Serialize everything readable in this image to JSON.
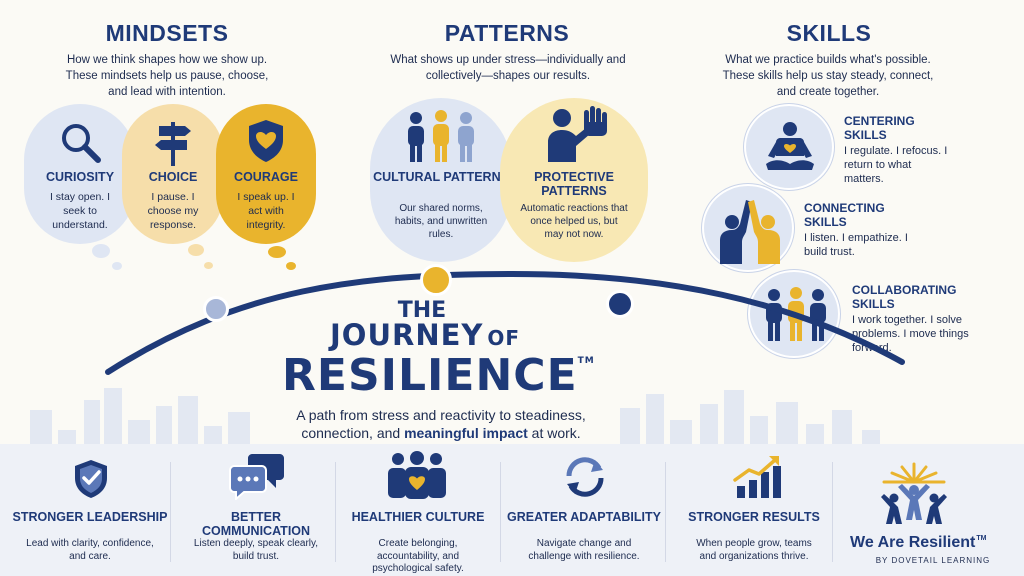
{
  "mindsets": {
    "title": "MINDSETS",
    "description": "How we think shapes how we show up. These mindsets help us pause, choose, and lead with intention.",
    "items": [
      {
        "title": "CURIOSITY",
        "text": "I stay open. I seek to understand.",
        "icon": "magnifier-icon"
      },
      {
        "title": "CHOICE",
        "text": "I pause. I choose my response.",
        "icon": "signpost-icon"
      },
      {
        "title": "COURAGE",
        "text": "I speak up. I act with integrity.",
        "icon": "shield-heart-icon"
      }
    ]
  },
  "patterns": {
    "title": "PATTERNS",
    "description": "What shows up under stress—individually and collectively—shapes our results.",
    "items": [
      {
        "title": "CULTURAL PATTERNS",
        "text": "Our shared norms, habits, and unwritten rules.",
        "icon": "group-icon"
      },
      {
        "title": "PROTECTIVE PATTERNS",
        "text": "Automatic reactions that once helped us, but may not now.",
        "icon": "stop-hand-icon"
      }
    ]
  },
  "skills": {
    "title": "SKILLS",
    "description": "What we practice builds what's possible. These skills help us stay steady, connect, and create together.",
    "items": [
      {
        "title": "CENTERING SKILLS",
        "text": "I regulate. I refocus. I return to what matters.",
        "icon": "meditation-icon"
      },
      {
        "title": "CONNECTING SKILLS",
        "text": "I listen. I empathize. I build trust.",
        "icon": "high-five-icon"
      },
      {
        "title": "COLLABORATING SKILLS",
        "text": "I work together. I solve problems. I move things forward.",
        "icon": "team-icon"
      }
    ]
  },
  "center": {
    "the": "THE",
    "journey": "JOURNEY",
    "of": "OF",
    "resilience": "RESILIENCE",
    "tm": "TM",
    "tagline_start": "A path from stress and reactivity to steadiness, connection, and",
    "tagline_bold": "meaningful impact",
    "tagline_end": "at work."
  },
  "outcomes": [
    {
      "title": "STRONGER LEADERSHIP",
      "text": "Lead with clarity, confidence, and care.",
      "icon": "shield-check-icon"
    },
    {
      "title": "BETTER COMMUNICATION",
      "text": "Listen deeply, speak clearly, build trust.",
      "icon": "chat-bubbles-icon"
    },
    {
      "title": "HEALTHIER CULTURE",
      "text": "Create belonging, accountability, and psychological safety.",
      "icon": "people-heart-icon"
    },
    {
      "title": "GREATER ADAPTABILITY",
      "text": "Navigate change and challenge with resilience.",
      "icon": "cycle-arrows-icon"
    },
    {
      "title": "STRONGER RESULTS",
      "text": "When people grow, teams and organizations thrive.",
      "icon": "growth-chart-icon"
    }
  ],
  "brand": {
    "name": "We Are Resilient",
    "tm": "TM",
    "byline": "BY DOVETAIL LEARNING"
  },
  "colors": {
    "navy": "#1f3a78",
    "gold": "#e9b42d",
    "pale_blue": "#dfe6f3",
    "pale_gold": "#f8e8b4"
  }
}
